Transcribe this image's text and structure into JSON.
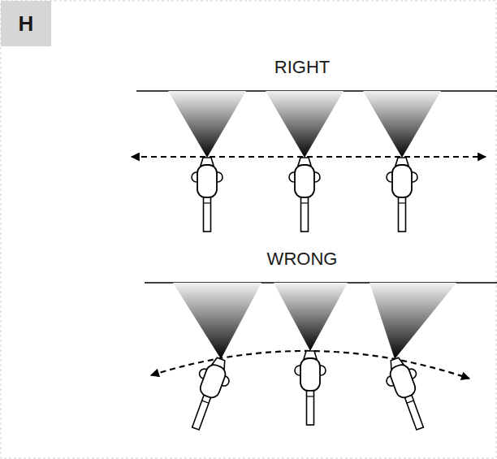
{
  "diagram": {
    "nodes": [
      {
        "text": [
          "H"
        ]
      }
    ],
    "labels": [
      "RIGHT",
      "WRONG"
    ]
  }
}
